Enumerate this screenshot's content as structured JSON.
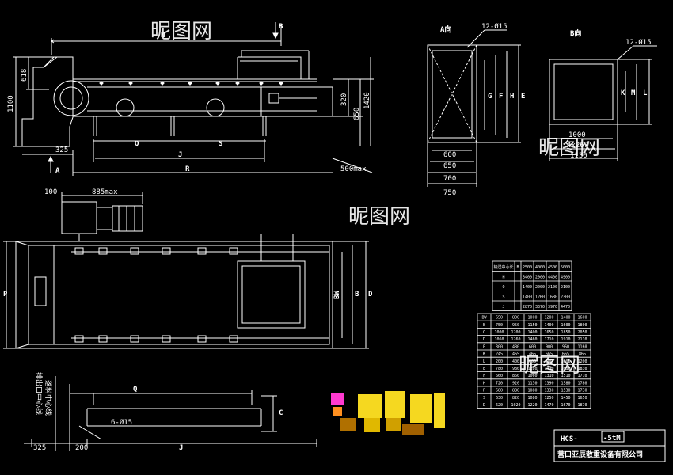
{
  "side_view": {
    "dims": {
      "N": "N",
      "B_arrow": "B",
      "A_arrow": "A",
      "d1100": "1100",
      "d618": "618",
      "d320": "320",
      "d650": "650",
      "d1420": "1420",
      "d325": "325",
      "Q": "Q",
      "S": "S",
      "J": "J",
      "R": "R",
      "d500max": "500max"
    }
  },
  "view_a": {
    "title": "A向",
    "holes": "12-Ø15",
    "dims": {
      "G": "G",
      "F": "F",
      "H": "H",
      "E": "E",
      "d600": "600",
      "d650": "650",
      "d700": "700",
      "d750": "750"
    }
  },
  "view_b": {
    "title": "B向",
    "holes": "12-Ø15",
    "dims": {
      "K": "K",
      "M": "M",
      "L": "L",
      "d1000": "1000",
      "d4x267": "4x267",
      "d1130": "1130"
    }
  },
  "plan_view": {
    "dims": {
      "d100": "100",
      "d885max": "885max",
      "P": "P",
      "BW": "BW",
      "B": "B",
      "D": "D"
    }
  },
  "bottom_view": {
    "vertical_labels": [
      "排出口中心线",
      "落料中心线"
    ],
    "dims": {
      "Q": "Q",
      "C": "C",
      "d6015": "6-Ø15",
      "d325": "325",
      "d200": "200",
      "J": "J"
    }
  },
  "small_table": {
    "header": [
      "输送中心长",
      "B",
      "2500",
      "4000",
      "4500",
      "5000"
    ],
    "rows": [
      [
        "H",
        "",
        "3400",
        "2900",
        "4400",
        "4900"
      ],
      [
        "Q",
        "",
        "1400",
        "2000",
        "2100",
        "2100"
      ],
      [
        "S",
        "",
        "1400",
        "1260",
        "1680",
        "2300"
      ],
      [
        "J",
        "",
        "2870",
        "3370",
        "3970",
        "4470"
      ]
    ]
  },
  "big_table": {
    "header": [
      "BW",
      "650",
      "800",
      "1000",
      "1200",
      "1400",
      "1600"
    ],
    "rows": [
      [
        "B",
        "750",
        "950",
        "1150",
        "1400",
        "1600",
        "1800"
      ],
      [
        "C",
        "1000",
        "1200",
        "1400",
        "1650",
        "1850",
        "2050"
      ],
      [
        "D",
        "1060",
        "1260",
        "1460",
        "1710",
        "1910",
        "2110"
      ],
      [
        "E",
        "300",
        "480",
        "600",
        "900",
        "960",
        "1160"
      ],
      [
        "K",
        "245",
        "465",
        "465",
        "665",
        "665",
        "865"
      ],
      [
        "L",
        "200",
        "400",
        "600",
        "800",
        "1000",
        "1200"
      ],
      [
        "E",
        "780",
        "980",
        "1180",
        "1430",
        "1630",
        "1830"
      ],
      [
        "F",
        "660",
        "860",
        "1060",
        "1310",
        "1510",
        "1710"
      ],
      [
        "H",
        "720",
        "920",
        "1130",
        "1390",
        "1580",
        "1780"
      ],
      [
        "P",
        "680",
        "880",
        "1080",
        "1330",
        "1530",
        "1730"
      ],
      [
        "S",
        "630",
        "820",
        "1080",
        "1250",
        "1450",
        "1650"
      ],
      [
        "D",
        "620",
        "1020",
        "1220",
        "1470",
        "1670",
        "1870"
      ]
    ]
  },
  "title_block": {
    "model": "HCS-",
    "model_suffix": "-5tM",
    "company": "营口亚辰散重设备有限公司"
  },
  "watermarks": [
    "昵图网",
    "昵图网",
    "昵图网",
    "昵图网"
  ]
}
